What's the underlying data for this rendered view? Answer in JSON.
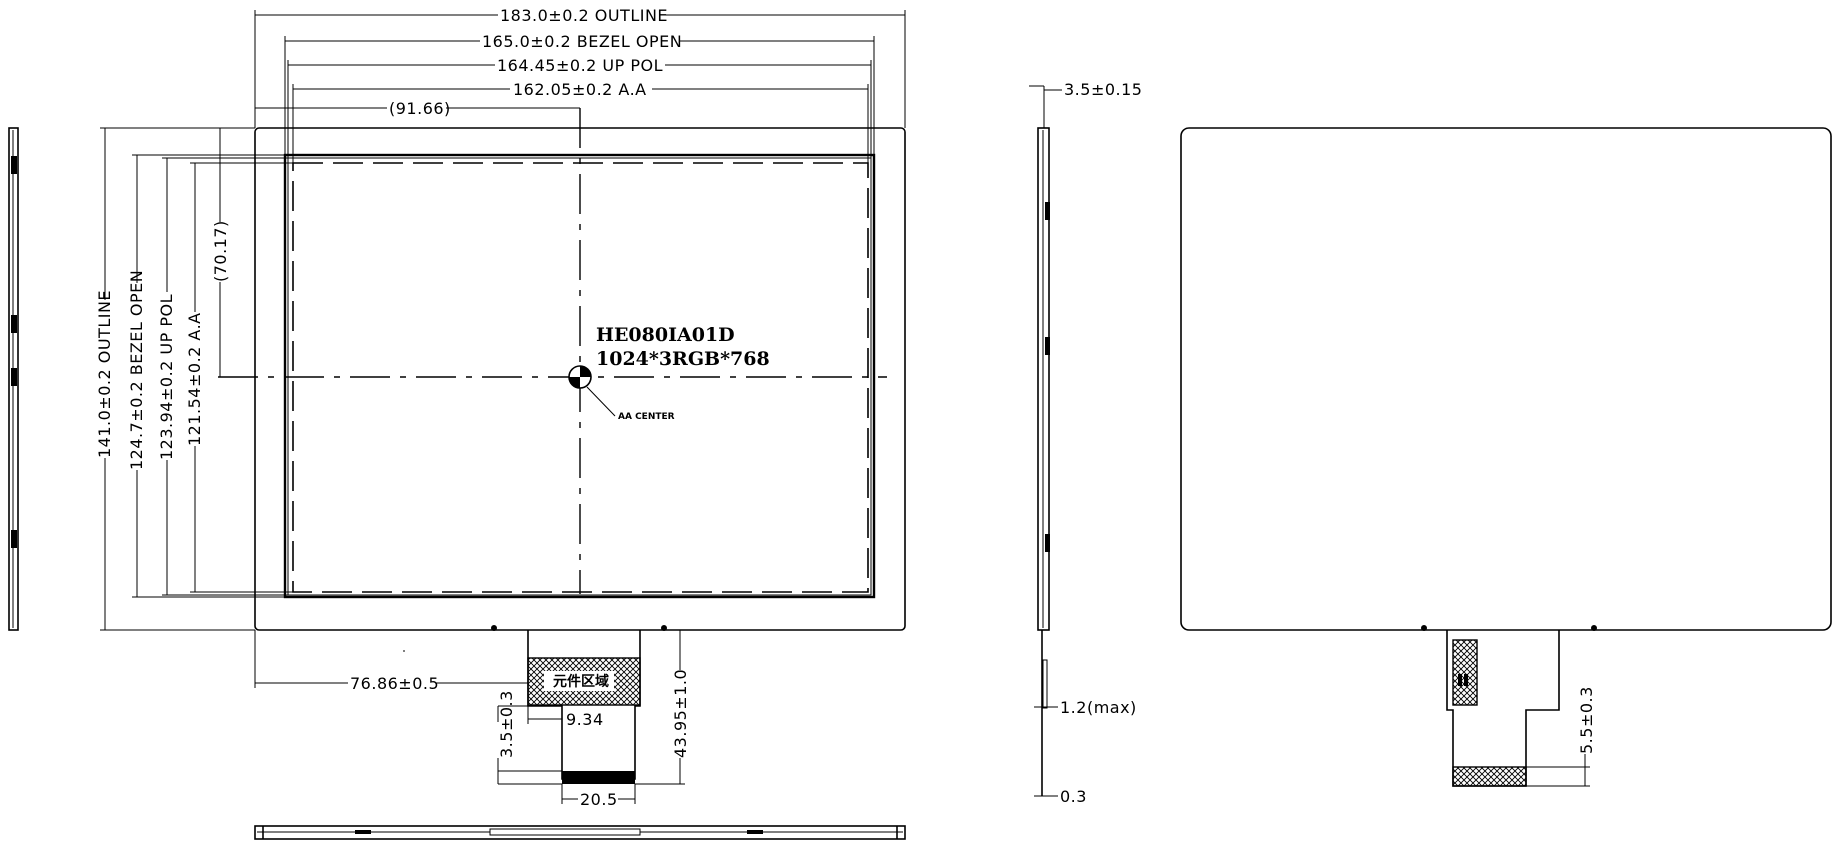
{
  "model": {
    "name": "HE080IA01D",
    "resolution": "1024*3RGB*768",
    "center_label": "AA CENTER",
    "component_area": "元件区域"
  },
  "dims": {
    "outline_w": "183.0±0.2 OUTLINE",
    "bezel_w": "165.0±0.2 BEZEL OPEN",
    "pol_w": "164.45±0.2 UP POL",
    "aa_w": "162.05±0.2 A.A",
    "center_x": "(91.66)",
    "outline_h": "141.0±0.2 OUTLINE",
    "bezel_h": "124.7±0.2 BEZEL OPEN",
    "pol_h": "123.94±0.2 UP POL",
    "aa_h": "121.54±0.2 A.A",
    "center_y": "(70.17)",
    "fpc_offset": "76.86±0.5",
    "fpc_stiff": "3.5±0.3",
    "fpc_width_small": "9.34",
    "fpc_length": "43.95±1.0",
    "fpc_tip": "20.5",
    "thickness": "3.5±0.15",
    "fpc_thick": "1.2(max)",
    "fpc_tip_thick": "0.3",
    "back_tip": "5.5±0.3"
  }
}
